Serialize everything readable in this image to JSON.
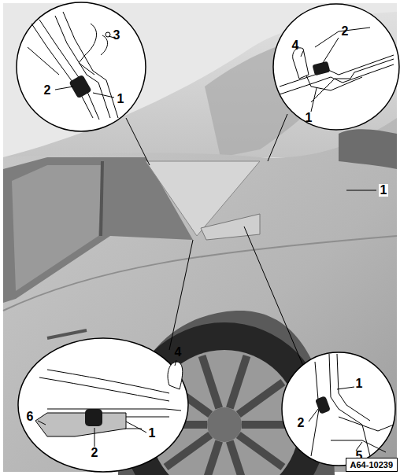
{
  "diagram": {
    "nodes": [
      {
        "text": [
          "A64-10239"
        ]
      }
    ],
    "labels": [
      "3",
      "2",
      "1",
      "2",
      "4",
      "1",
      "1",
      "4",
      "6",
      "2",
      "1",
      "1",
      "2",
      "5"
    ]
  }
}
